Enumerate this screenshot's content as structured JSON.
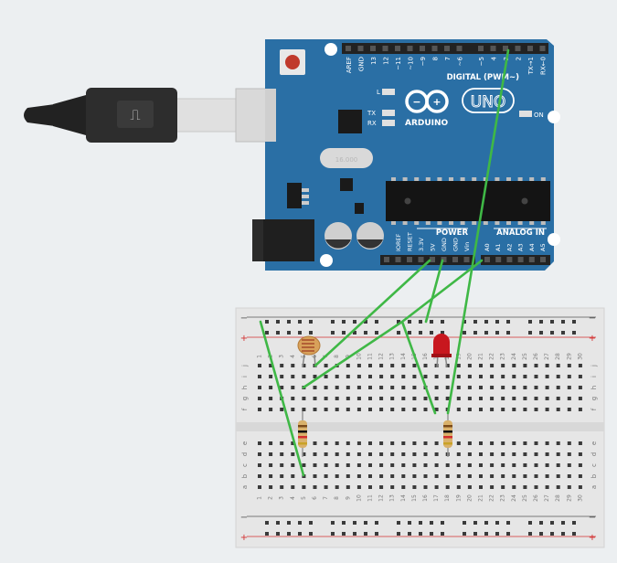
{
  "board": {
    "brand": "ARDUINO",
    "model": "UNO",
    "digital_header": "DIGITAL (PWM~)",
    "power_header": "POWER",
    "analog_header": "ANALOG IN",
    "on_label": "ON",
    "l_label": "L",
    "tx_label": "TX",
    "rx_label": "RX",
    "crystal_label": "16.000",
    "digital_pins": [
      "AREF",
      "GND",
      "13",
      "12",
      "~11",
      "~10",
      "~9",
      "8",
      "7",
      "~6",
      "~5",
      "4",
      "~3",
      "2",
      "TX→1",
      "RX←0"
    ],
    "power_pins": [
      "IOREF",
      "RESET",
      "3.3V",
      "5V",
      "GND",
      "GND",
      "Vin"
    ],
    "analog_pins": [
      "A0",
      "A1",
      "A2",
      "A3",
      "A4",
      "A5"
    ]
  },
  "breadboard": {
    "minus_label": "−",
    "plus_label": "+",
    "top_row_letters": [
      "j",
      "i",
      "h",
      "g",
      "f"
    ],
    "bottom_row_letters": [
      "e",
      "d",
      "c",
      "b",
      "a"
    ],
    "column_numbers": [
      "1",
      "2",
      "3",
      "4",
      "5",
      "6",
      "7",
      "8",
      "9",
      "10",
      "11",
      "12",
      "13",
      "14",
      "15",
      "16",
      "17",
      "18",
      "19",
      "20",
      "21",
      "22",
      "23",
      "24",
      "25",
      "26",
      "27",
      "28",
      "29",
      "30"
    ]
  },
  "colors": {
    "canvas_bg": "#eceff1",
    "board_blue": "#2a6fa5",
    "wire_green": "#3fb846",
    "led_red": "#c8171e",
    "rail_red": "#d32f2f",
    "breadboard_body": "#e6e6e6"
  }
}
